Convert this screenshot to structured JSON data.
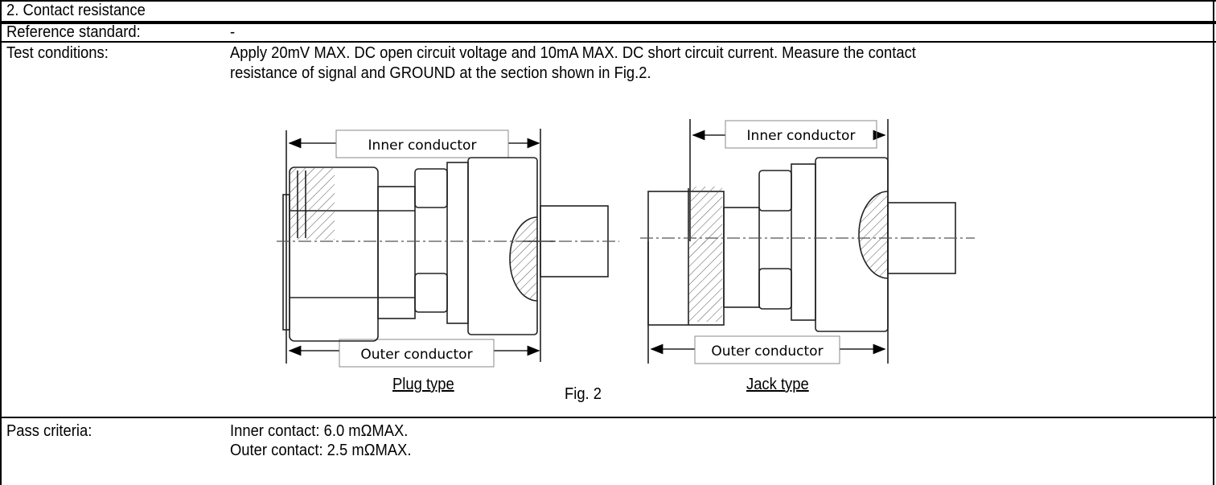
{
  "section": {
    "title": "2. Contact resistance"
  },
  "rows": {
    "reference": {
      "label": "Reference standard:",
      "value": "-"
    },
    "conditions": {
      "label": "Test conditions:",
      "line1": "Apply 20mV MAX. DC open circuit voltage and 10mA MAX. DC short circuit current. Measure the contact",
      "line2": "resistance of signal and GROUND at the section shown in Fig.2."
    },
    "pass": {
      "label": "Pass criteria:",
      "inner": "Inner contact: 6.0 mΩMAX.",
      "outer": "Outer contact: 2.5 mΩMAX."
    }
  },
  "figure": {
    "plug": {
      "inner_label": "Inner conductor",
      "outer_label": "Outer conductor",
      "caption": "Plug type"
    },
    "jack": {
      "inner_label": "Inner conductor",
      "outer_label": "Outer conductor",
      "caption": "Jack type"
    },
    "caption": "Fig. 2"
  }
}
